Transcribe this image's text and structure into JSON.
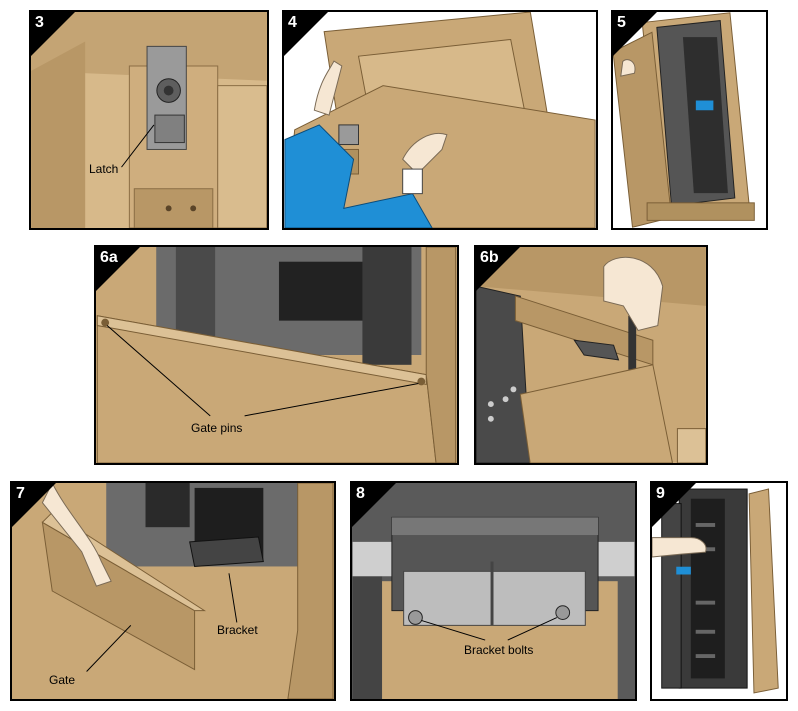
{
  "colors": {
    "wood": "#c9a877",
    "wood_dark": "#a98a58",
    "wood_light": "#dcc196",
    "steel_dark": "#4a4a4a",
    "steel_mid": "#7a7a7a",
    "steel_light": "#b5b5b5",
    "sleeve_blue": "#1f8fd6",
    "skin": "#f6e7d3"
  },
  "panels": [
    {
      "id": "p3",
      "step": "3",
      "callouts": [
        "Latch"
      ]
    },
    {
      "id": "p4",
      "step": "4",
      "callouts": []
    },
    {
      "id": "p5",
      "step": "5",
      "callouts": []
    },
    {
      "id": "p6a",
      "step": "6a",
      "callouts": [
        "Gate pins"
      ]
    },
    {
      "id": "p6b",
      "step": "6b",
      "callouts": []
    },
    {
      "id": "p7",
      "step": "7",
      "callouts": [
        "Bracket",
        "Gate"
      ]
    },
    {
      "id": "p8",
      "step": "8",
      "callouts": [
        "Bracket bolts"
      ]
    },
    {
      "id": "p9",
      "step": "9",
      "callouts": []
    }
  ]
}
